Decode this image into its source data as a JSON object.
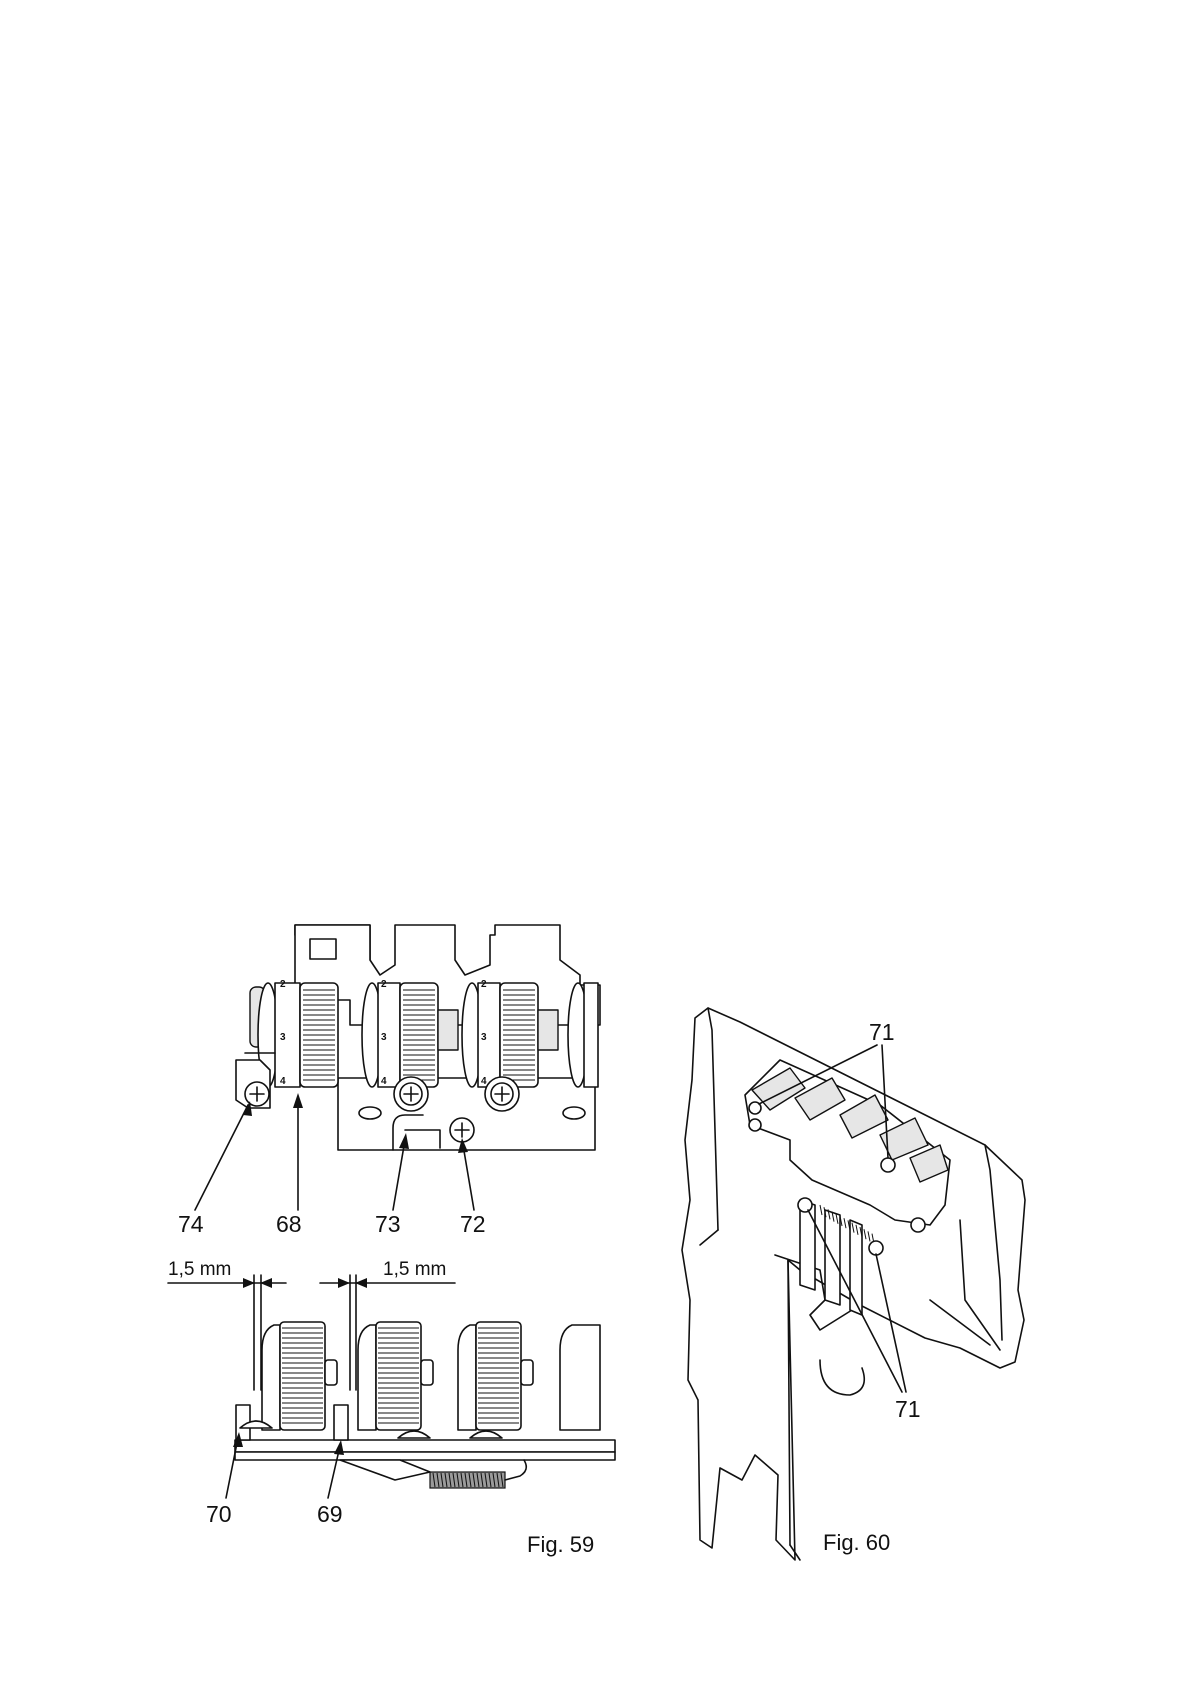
{
  "fig59": {
    "caption": "Fig. 59",
    "callouts": {
      "c74": "74",
      "c68": "68",
      "c73": "73",
      "c72": "72",
      "c70": "70",
      "c69": "69"
    },
    "dimensions": {
      "left": "1,5 mm",
      "right": "1,5 mm"
    },
    "dial_marks": [
      "2",
      "3",
      "4"
    ]
  },
  "fig60": {
    "caption": "Fig. 60",
    "callouts": {
      "top": "71",
      "bottom": "71"
    }
  }
}
